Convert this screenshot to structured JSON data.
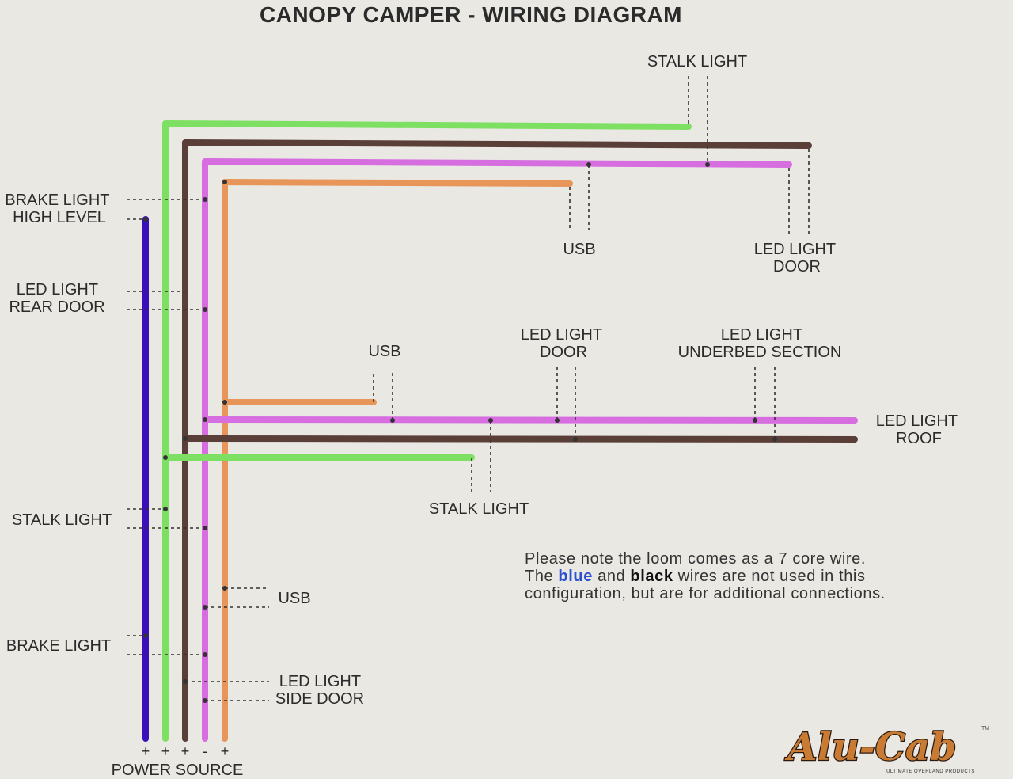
{
  "title": "CANOPY CAMPER - WIRING DIAGRAM",
  "colors": {
    "blue": "#3a10b8",
    "green": "#7ee063",
    "brown": "#5a3e38",
    "purple": "#d66ee0",
    "orange": "#e8955a",
    "background": "#e9e8e3"
  },
  "labels": {
    "stalk_light_top": "STALK LIGHT",
    "usb_top": "USB",
    "led_door_top": [
      "LED LIGHT",
      "DOOR"
    ],
    "brake_high": [
      "BRAKE LIGHT",
      "HIGH LEVEL"
    ],
    "led_rear_door": [
      "LED LIGHT",
      "REAR DOOR"
    ],
    "usb_mid": "USB",
    "led_door_mid": [
      "LED LIGHT",
      "DOOR"
    ],
    "led_underbed": [
      "LED LIGHT",
      "UNDERBED SECTION"
    ],
    "led_roof": [
      "LED LIGHT",
      "ROOF"
    ],
    "stalk_light_mid": "STALK LIGHT",
    "stalk_light_left": "STALK LIGHT",
    "usb_low": "USB",
    "brake_light": "BRAKE LIGHT",
    "led_side_door": [
      "LED LIGHT",
      "SIDE DOOR"
    ],
    "power_source": "POWER SOURCE",
    "terminals": [
      "+",
      "+",
      "+",
      "-",
      "+"
    ]
  },
  "note": {
    "line1": "Please note the loom comes as a 7 core wire.",
    "line2_pre": "The ",
    "blue_word": "blue",
    "line2_mid": " and  ",
    "black_word": "black",
    "line2_post": " wires are not used in this",
    "line3": "configuration, but are for additional connections."
  },
  "logo": {
    "name": "Alu-Cab",
    "tm": "TM",
    "tagline": "ULTIMATE OVERLAND PRODUCTS"
  }
}
